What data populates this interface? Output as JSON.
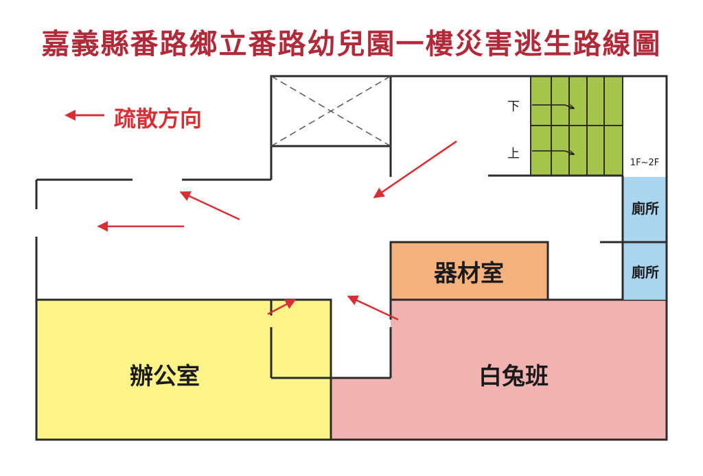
{
  "title": "嘉義縣番路鄉立番路幼兒園一樓災害逃生路線圖",
  "legend": {
    "label": "疏散方向"
  },
  "rooms": {
    "equipment": "器材室",
    "office": "辦公室",
    "bunny_class": "白兔班",
    "restroom_1": "廁所",
    "restroom_2": "廁所"
  },
  "stairs": {
    "down": "下",
    "up": "上",
    "floors": "1F~2F"
  },
  "colors": {
    "title": "#b02a3a",
    "arrow": "#d62f35",
    "office": "#fdf489",
    "bunny_class": "#f1b3b1",
    "equipment": "#f5b27e",
    "restroom": "#a9d5ee",
    "stairs": "#a6c34c",
    "wall": "#2b2b2b"
  }
}
